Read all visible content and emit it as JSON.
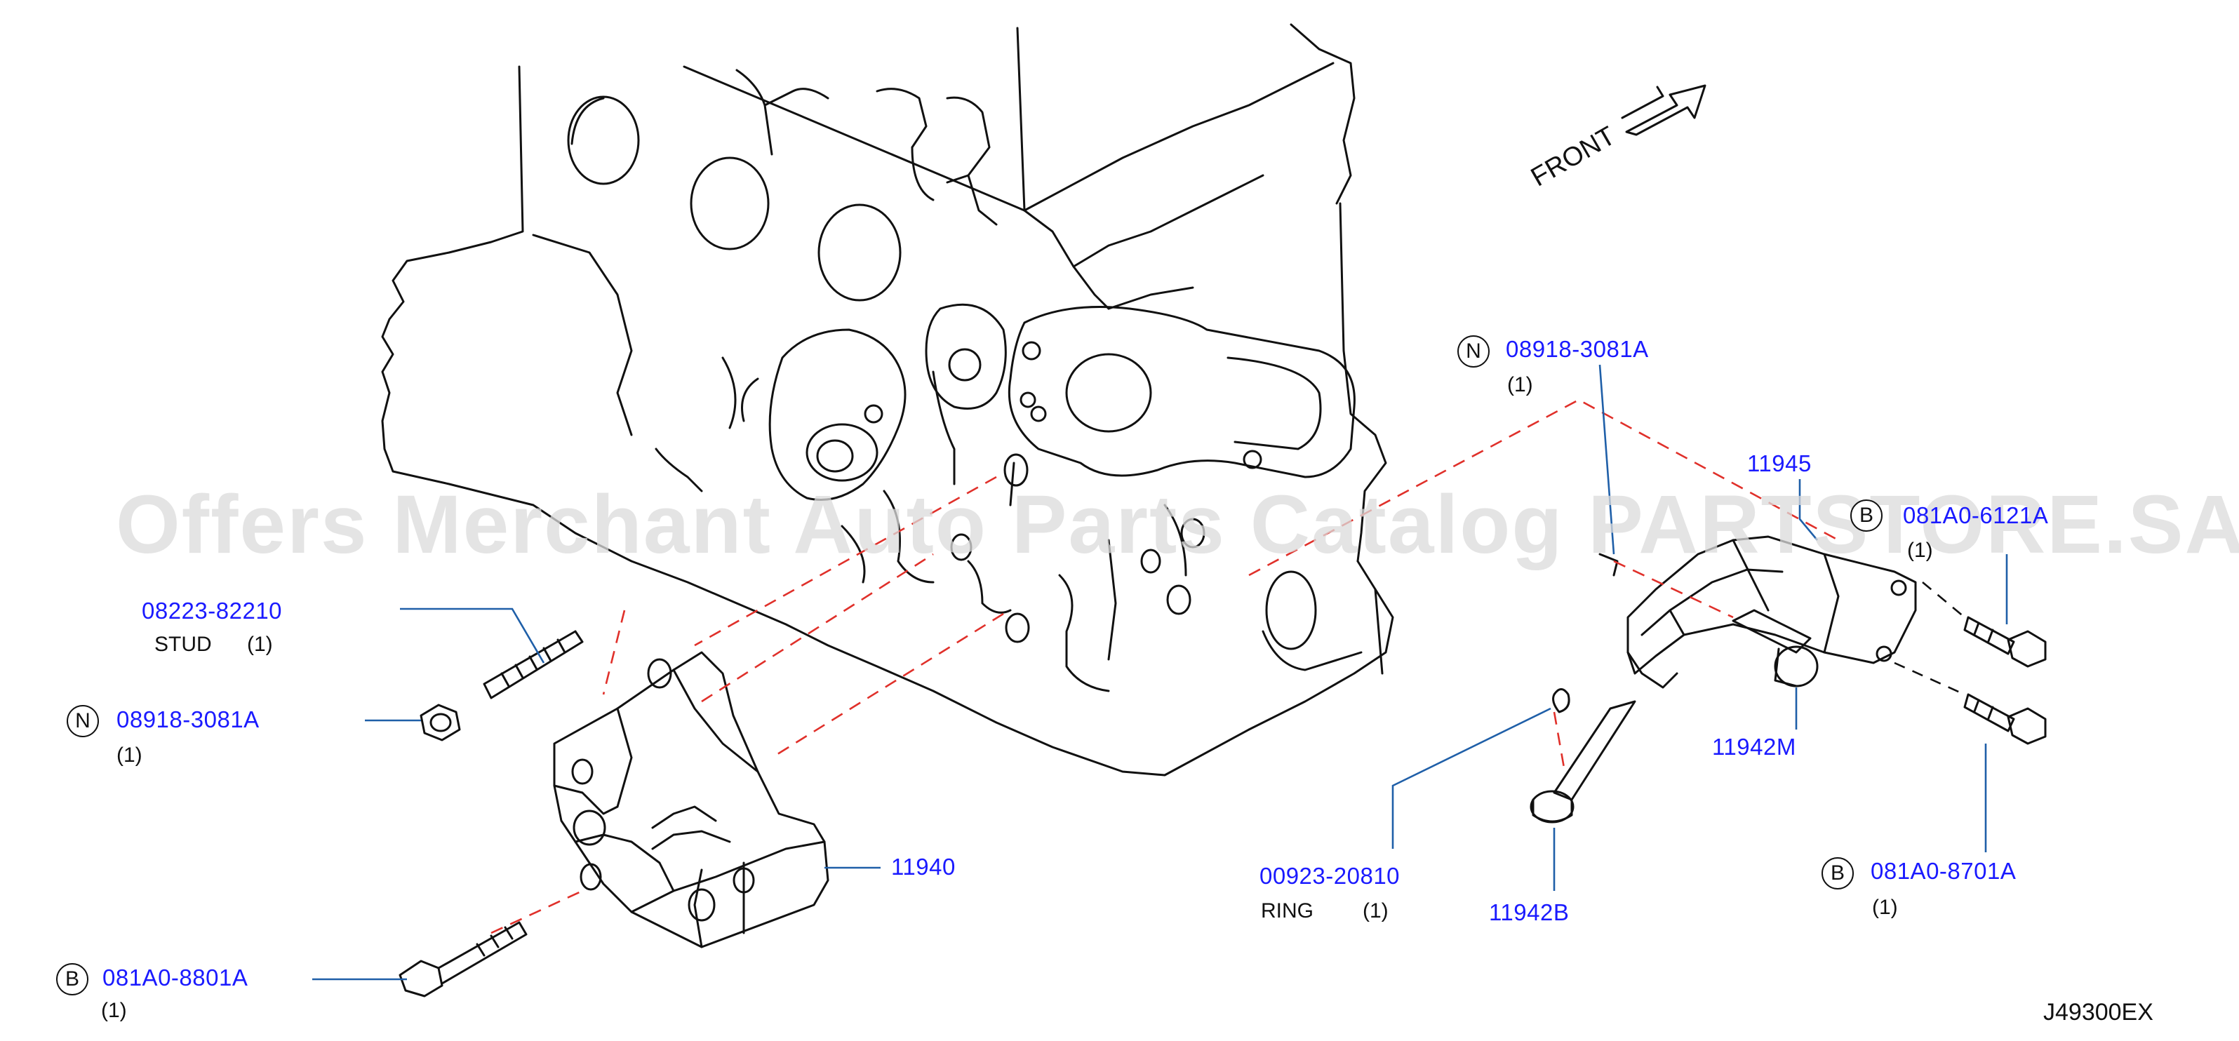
{
  "watermark": "Offers Merchant Auto Parts Catalog PARTSTORE.SA",
  "direction_label": "FRONT",
  "diagram_code": "J49300EX",
  "callouts": [
    {
      "part": "08223-82210",
      "desc": "STUD",
      "qty": "(1)"
    },
    {
      "badge": "N",
      "part": "08918-3081A",
      "qty": "(1)"
    },
    {
      "badge": "B",
      "part": "081A0-8801A",
      "qty": "(1)"
    },
    {
      "part": "11940"
    },
    {
      "badge": "N",
      "part": "08918-3081A",
      "qty": "(1)"
    },
    {
      "part": "11945"
    },
    {
      "badge": "B",
      "part": "081A0-6121A",
      "qty": "(1)"
    },
    {
      "part": "11942M"
    },
    {
      "part": "00923-20810",
      "desc": "RING",
      "qty": "(1)"
    },
    {
      "part": "11942B"
    },
    {
      "badge": "B",
      "part": "081A0-8701A",
      "qty": "(1)"
    }
  ]
}
